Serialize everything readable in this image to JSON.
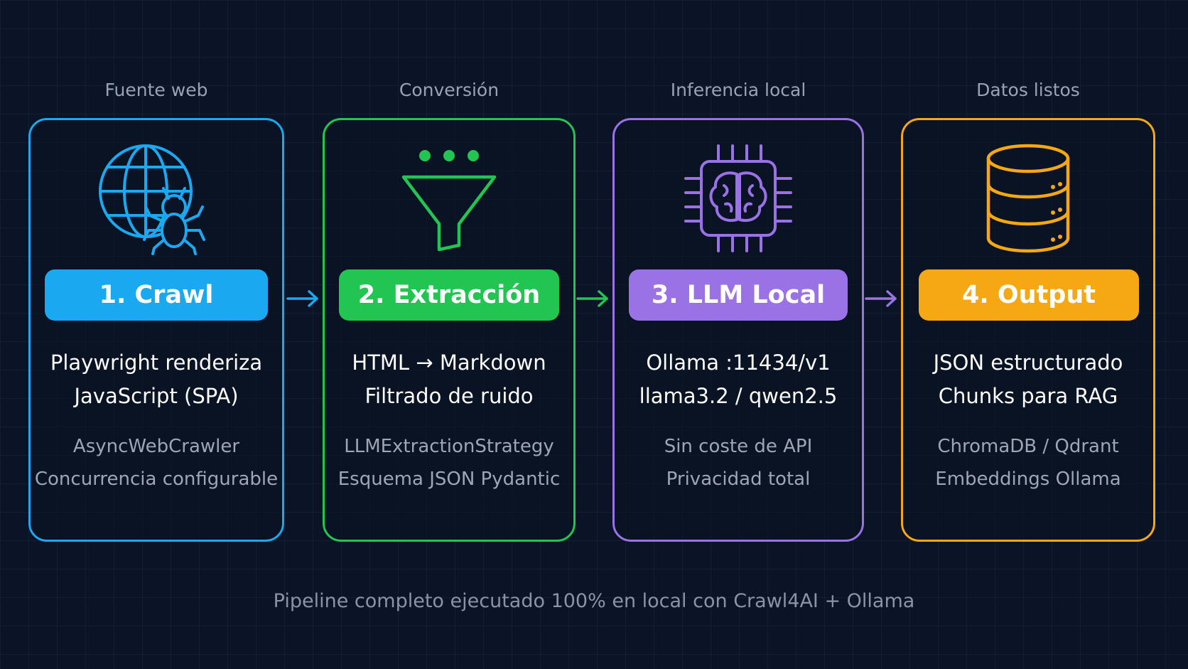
{
  "stages": [
    {
      "label": "Fuente web",
      "title": "1. Crawl",
      "color": "#1aa8f0",
      "icon": "globe-spider-icon",
      "main": [
        "Playwright renderiza",
        "JavaScript (SPA)"
      ],
      "sub": [
        "AsyncWebCrawler",
        "Concurrencia configurable"
      ]
    },
    {
      "label": "Conversión",
      "title": "2. Extracción",
      "color": "#23c552",
      "icon": "funnel-icon",
      "main": [
        "HTML → Markdown",
        "Filtrado de ruido"
      ],
      "sub": [
        "LLMExtractionStrategy",
        "Esquema JSON Pydantic"
      ]
    },
    {
      "label": "Inferencia local",
      "title": "3. LLM Local",
      "color": "#9a72e6",
      "icon": "brain-chip-icon",
      "main": [
        "Ollama :11434/v1",
        "llama3.2 / qwen2.5"
      ],
      "sub": [
        "Sin coste de API",
        "Privacidad total"
      ]
    },
    {
      "label": "Datos listos",
      "title": "4. Output",
      "color": "#f5a814",
      "icon": "database-icon",
      "main": [
        "JSON estructurado",
        "Chunks para RAG"
      ],
      "sub": [
        "ChromaDB / Qdrant",
        "Embeddings Ollama"
      ]
    }
  ],
  "footer": "Pipeline completo ejecutado 100% en local con Crawl4AI + Ollama"
}
